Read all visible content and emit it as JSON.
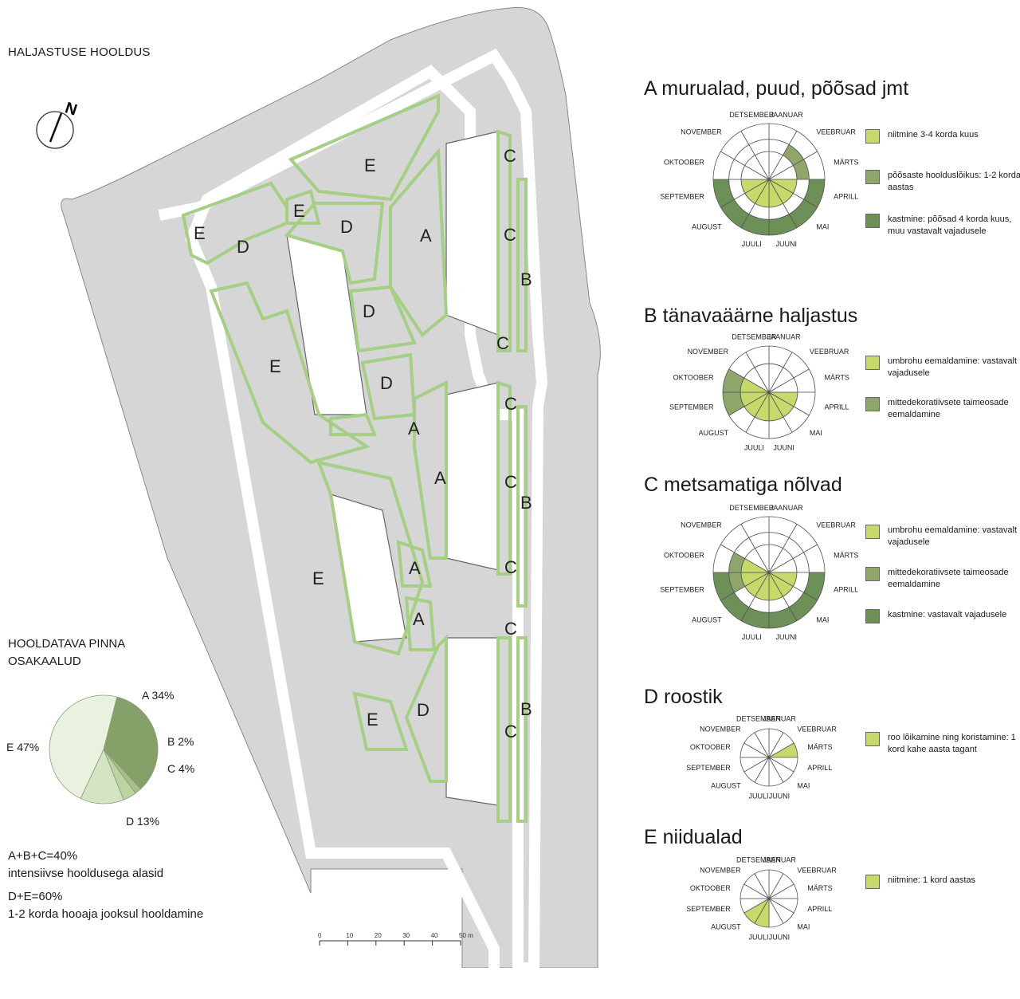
{
  "title": "HALJASTUSE HOOLDUS",
  "north": "N",
  "share_heading": [
    "HOOLDATAVA PINNA",
    "OSAKAALUD"
  ],
  "chart_data": {
    "type": "pie",
    "categories": [
      "A",
      "B",
      "C",
      "D",
      "E"
    ],
    "values": [
      34,
      2,
      4,
      13,
      47
    ],
    "labels": [
      "A 34%",
      "B 2%",
      "C 4%",
      "D 13%",
      "E 47%"
    ],
    "colors": [
      "#86a06a",
      "#a7c08c",
      "#bcd3a2",
      "#d5e4c3",
      "#e9f1df"
    ]
  },
  "notes": [
    {
      "line1": "A+B+C=40%",
      "line2": "intensiivse hooldusega alasid"
    },
    {
      "line1": "D+E=60%",
      "line2": "1-2 korda hooaja jooksul hooldamine"
    }
  ],
  "months": [
    "JAANUAR",
    "VEEBRUAR",
    "MÄRTS",
    "APRILL",
    "MAI",
    "JUUNI",
    "JUULI",
    "AUGUST",
    "SEPTEMBER",
    "OKTOOBER",
    "NOVEMBER",
    "DETSEMBER"
  ],
  "colors": {
    "light": "#c6d96a",
    "mid": "#8ea66a",
    "dark": "#6d9058",
    "map_gray": "#d6d6d6",
    "map_green": "#a6cf85"
  },
  "sections": [
    {
      "title": "A murualad, puud, põõsad jmt",
      "rings": 3,
      "fills": {
        "inner": [
          3,
          4,
          5,
          6,
          7,
          8
        ],
        "middle": [
          1,
          2
        ],
        "outer": [
          3,
          4,
          5,
          6,
          7,
          8
        ]
      },
      "legend": [
        {
          "color": "light",
          "text": "niitmine 3-4 korda kuus"
        },
        {
          "color": "mid",
          "text": "põõsaste hoolduslõikus: 1-2 korda aastas"
        },
        {
          "color": "dark",
          "text": "kastmine: põõsad 4 korda kuus, muu vastavalt vajadusele"
        }
      ]
    },
    {
      "title": "B tänavaäärne haljastus",
      "rings": 2,
      "fills": {
        "inner": [
          3,
          4,
          5,
          6,
          7,
          8,
          9
        ],
        "middle": [
          8,
          9
        ]
      },
      "legend": [
        {
          "color": "light",
          "text": "umbrohu eemaldamine: vastavalt vajadusele"
        },
        {
          "color": "mid",
          "text": "mittedekoratiivsete taimeosade eemaldamine"
        }
      ]
    },
    {
      "title": "C metsamatiga nõlvad",
      "rings": 3,
      "fills": {
        "inner": [
          3,
          4,
          5,
          6,
          7,
          8,
          9
        ],
        "middle": [
          8,
          9
        ],
        "outer": [
          3,
          4,
          5,
          6,
          7,
          8
        ]
      },
      "legend": [
        {
          "color": "light",
          "text": "umbrohu eemaldamine: vastavalt vajadusele"
        },
        {
          "color": "mid",
          "text": "mittedekoratiivsete taimeosade eemaldamine"
        },
        {
          "color": "dark",
          "text": "kastmine: vastavalt vajadusele"
        }
      ]
    },
    {
      "title": "D roostik",
      "rings": 1,
      "fills": {
        "inner": [
          2
        ]
      },
      "legend": [
        {
          "color": "light",
          "text": "roo lõikamine ning koristamine: 1 kord kahe aasta tagant"
        }
      ]
    },
    {
      "title": "E niidualad",
      "rings": 1,
      "fills": {
        "inner": [
          6,
          7
        ]
      },
      "legend": [
        {
          "color": "light",
          "text": "niitmine: 1 kord aastas"
        }
      ]
    }
  ],
  "map_zones": [
    "A",
    "A",
    "A",
    "A",
    "A",
    "B",
    "B",
    "B",
    "C",
    "C",
    "C",
    "C",
    "C",
    "C",
    "C",
    "C",
    "D",
    "D",
    "D",
    "D",
    "D",
    "E",
    "E",
    "E",
    "E",
    "E",
    "E"
  ],
  "scale_bar": {
    "ticks": [
      "0",
      "10",
      "20",
      "30",
      "40",
      "50 m"
    ]
  }
}
